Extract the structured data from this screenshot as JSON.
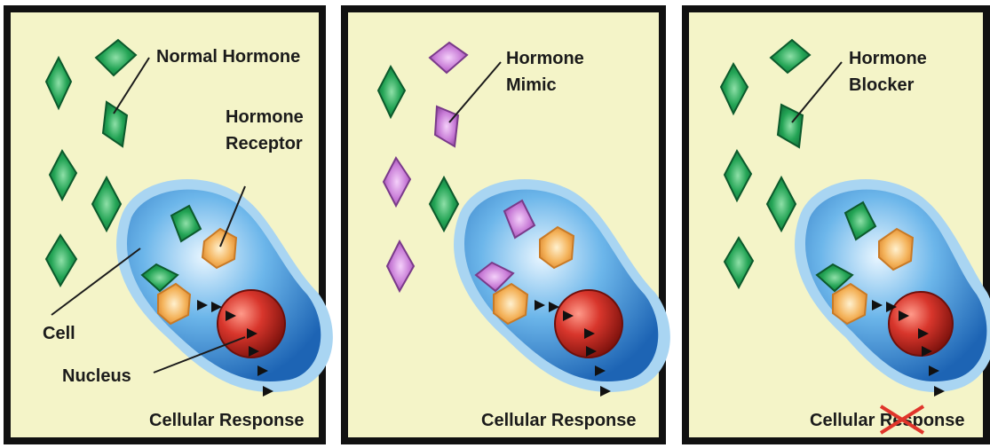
{
  "colors": {
    "panel_bg": "#f4f4c8",
    "frame": "#111111",
    "hormone": "#1f9a4e",
    "mimic": "#c57ad0",
    "receptor": "#f2ad52",
    "cell": "#2f86cf",
    "nucleus": "#c9241d",
    "cross": "#e0352b"
  },
  "panels": [
    {
      "key": "normal",
      "labels": {
        "hormone": "Normal Hormone",
        "receptor_line1": "Hormone",
        "receptor_line2": "Receptor",
        "cell": "Cell",
        "nucleus": "Nucleus",
        "response": "Cellular Response"
      }
    },
    {
      "key": "mimic",
      "labels": {
        "hormone_line1": "Hormone",
        "hormone_line2": "Mimic",
        "response": "Cellular Response"
      }
    },
    {
      "key": "blocker",
      "labels": {
        "hormone_line1": "Hormone",
        "hormone_line2": "Blocker",
        "response": "Cellular Response"
      },
      "response_blocked": true
    }
  ]
}
